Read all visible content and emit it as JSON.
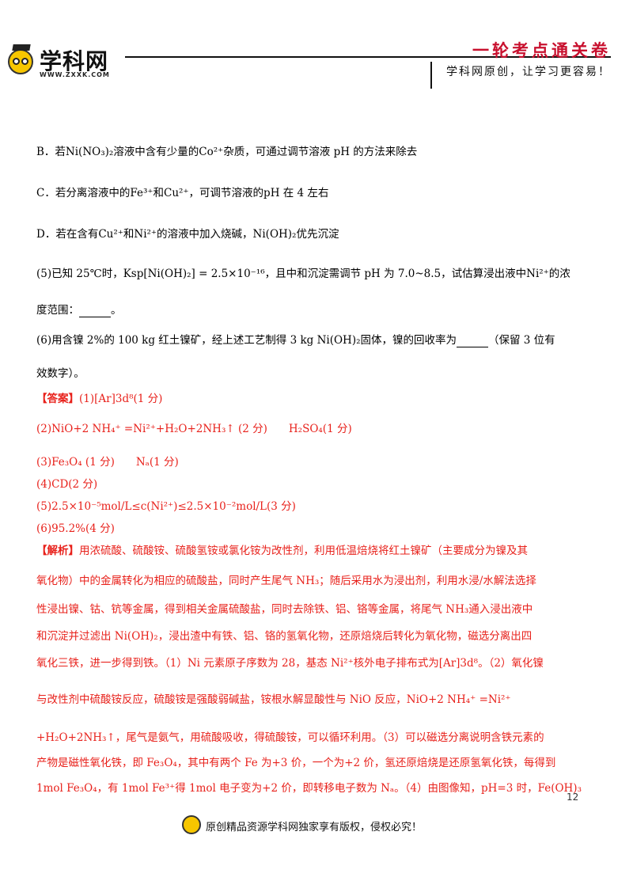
{
  "header": {
    "logo_name": "学科网",
    "logo_url": "WWW.ZXXK.COM",
    "series": "一轮考点通关卷",
    "slogan": "学科网原创，让学习更容易！"
  },
  "question": {
    "optB": "B．若Ni(NO₃)₂溶液中含有少量的Co²⁺杂质，可通过调节溶液 pH 的方法来除去",
    "optC": "C．若分离溶液中的Fe³⁺和Cu²⁺，可调节溶液的pH 在 4 左右",
    "optD": "D．若在含有Cu²⁺和Ni²⁺的溶液中加入烧碱，Ni(OH)₂优先沉淀",
    "q5_line1": "(5)已知 25℃时，Ksp[Ni(OH)₂] = 2.5×10⁻¹⁶，且中和沉淀需调节 pH 为 7.0~8.5，试估算浸出液中Ni²⁺的浓",
    "q5_line2_pre": "度范围：",
    "q5_line2_post": "。",
    "q6_line1_pre": "(6)用含镍 2%的 100 kg 红土镍矿，经上述工艺制得 3 kg Ni(OH)₂固体，镍的回收率为",
    "q6_line1_post": "（保留 3 位有",
    "q6_line2": "效数字）。"
  },
  "answer": {
    "label": "【答案】",
    "a1": "(1)[Ar]3d⁸(1 分)",
    "a2": "(2)NiO+2 NH₄⁺ =Ni²⁺+H₂O+2NH₃↑ (2 分)　　H₂SO₄(1 分)",
    "a3": "(3)Fe₃O₄ (1 分)　　Nₐ(1 分)",
    "a4": "(4)CD(2 分)",
    "a5": "(5)2.5×10⁻⁵mol/L≤c(Ni²⁺)≤2.5×10⁻²mol/L(3 分)",
    "a6": "(6)95.2%(4 分)"
  },
  "analysis": {
    "label": "【解析】",
    "l1": "用浓硫酸、硫酸铵、硫酸氢铵或氯化铵为改性剂，利用低温焙烧将红土镍矿（主要成分为镍及其",
    "l2": "氧化物）中的金属转化为相应的硫酸盐，同时产生尾气 NH₃；随后采用水为浸出剂，利用水浸/水解法选择",
    "l3": "性浸出镍、钴、钪等金属，得到相关金属硫酸盐，同时去除铁、铝、铬等金属，将尾气 NH₃通入浸出液中",
    "l4": "和沉淀并过滤出 Ni(OH)₂，浸出渣中有铁、铝、铬的氢氧化物，还原焙烧后转化为氧化物，磁选分离出四",
    "l5": "氧化三铁，进一步得到铁。（1）Ni 元素原子序数为 28，基态 Ni²⁺核外电子排布式为[Ar]3d⁸。（2）氧化镍",
    "l6": "与改性剂中硫酸铵反应，硫酸铵是强酸弱碱盐，铵根水解显酸性与 NiO 反应，NiO+2 NH₄⁺ =Ni²⁺",
    "l7": "+H₂O+2NH₃↑，尾气是氨气，用硫酸吸收，得硫酸铵，可以循环利用。（3）可以磁选分离说明含铁元素的",
    "l8": "产物是磁性氧化铁，即 Fe₃O₄，其中有两个 Fe 为+3 价，一个为+2 价，氢还原焙烧是还原氢氧化铁，每得到",
    "l9": "1mol Fe₃O₄，有 1mol Fe³⁺得 1mol 电子变为+2 价，即转移电子数为 Nₐ。（4）由图像知，pH=3 时，Fe(OH)₃"
  },
  "footer": {
    "copyright": "原创精品资源学科网独家享有版权，侵权必究！",
    "page_number": "12"
  },
  "colors": {
    "answer_red": "#e8211b",
    "series_red": "#c8102e"
  }
}
